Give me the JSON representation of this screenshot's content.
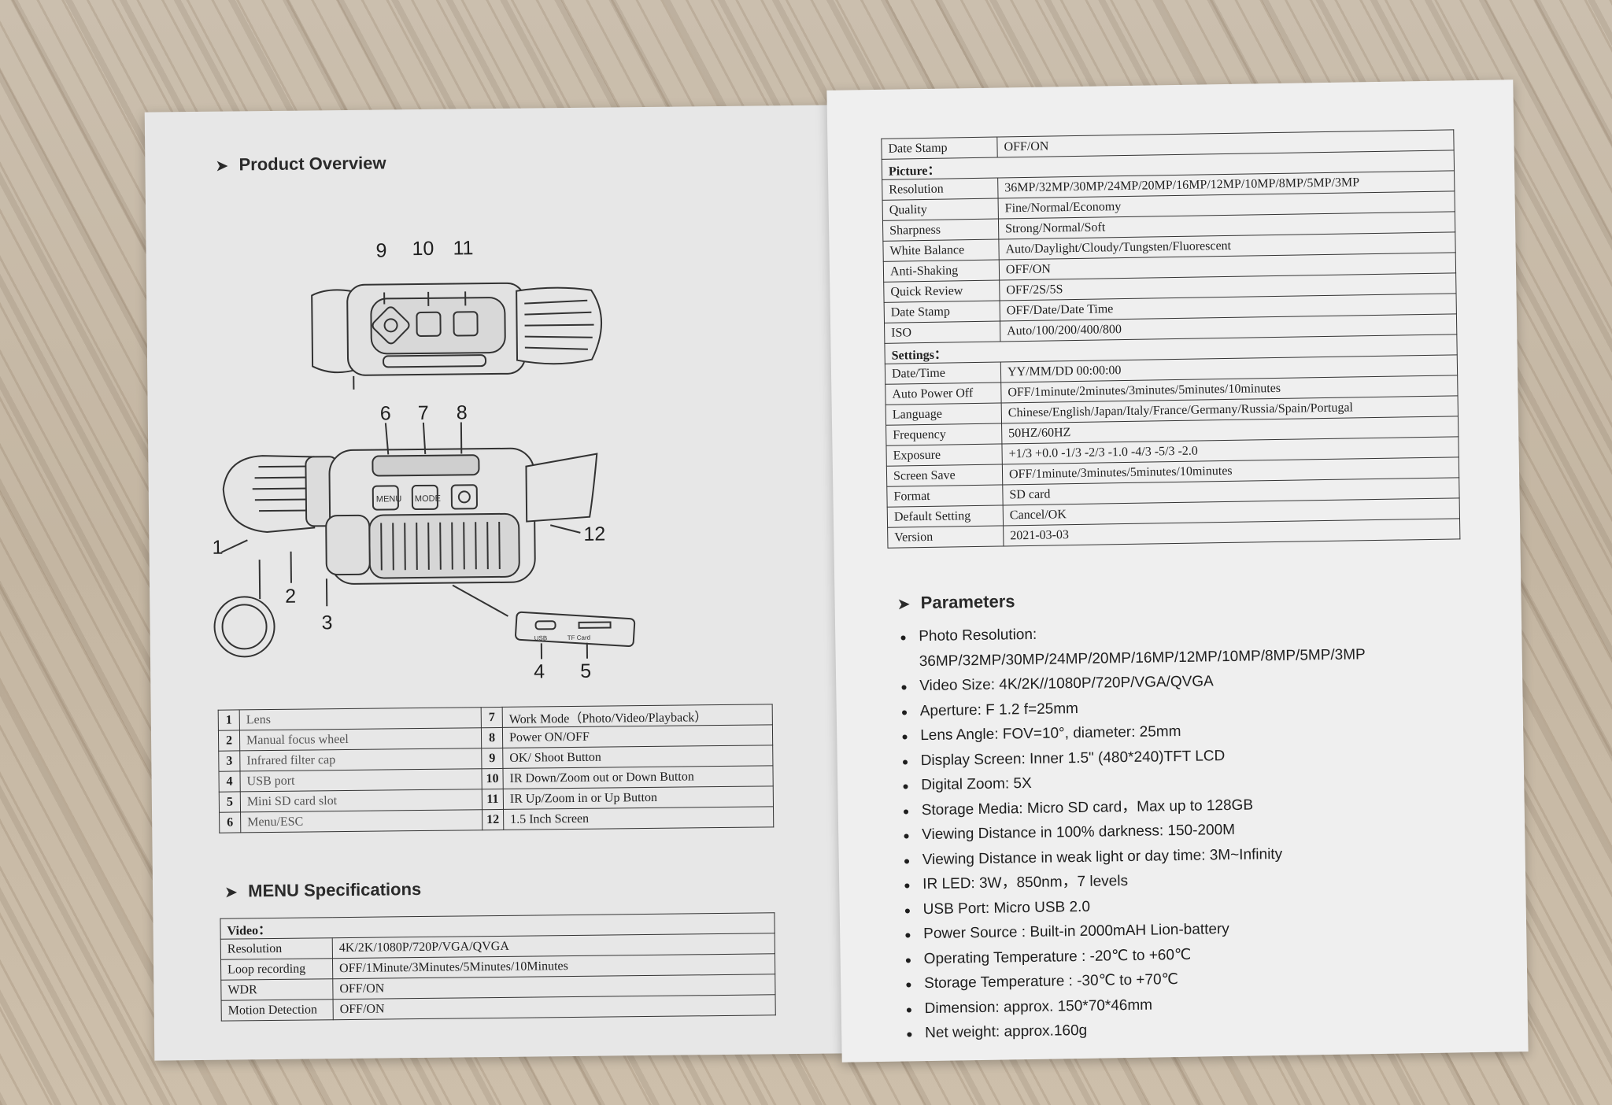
{
  "left": {
    "overview_heading": "Product Overview",
    "callouts": [
      "1",
      "2",
      "3",
      "4",
      "5",
      "6",
      "7",
      "8",
      "9",
      "10",
      "11",
      "12"
    ],
    "diagram_small_labels": {
      "menu": "MENU",
      "mode": "MODE",
      "usb": "USB",
      "tf": "TF Card"
    },
    "parts_rows": [
      {
        "n1": "1",
        "l1": "Lens",
        "n2": "7",
        "l2": "Work Mode（Photo/Video/Playback）"
      },
      {
        "n1": "2",
        "l1": "Manual focus wheel",
        "n2": "8",
        "l2": "Power ON/OFF"
      },
      {
        "n1": "3",
        "l1": "Infrared filter cap",
        "n2": "9",
        "l2": "OK/ Shoot Button"
      },
      {
        "n1": "4",
        "l1": "USB port",
        "n2": "10",
        "l2": "IR Down/Zoom out or Down Button"
      },
      {
        "n1": "5",
        "l1": "Mini SD card slot",
        "n2": "11",
        "l2": "IR Up/Zoom in or Up Button"
      },
      {
        "n1": "6",
        "l1": "Menu/ESC",
        "n2": "12",
        "l2": "1.5 Inch Screen"
      }
    ],
    "menu_heading": "MENU Specifications",
    "video_section": "Video：",
    "video_rows": [
      {
        "k": "Resolution",
        "v": "4K/2K/1080P/720P/VGA/QVGA"
      },
      {
        "k": "Loop recording",
        "v": "OFF/1Minute/3Minutes/5Minutes/10Minutes"
      },
      {
        "k": "WDR",
        "v": "OFF/ON"
      },
      {
        "k": "Motion Detection",
        "v": "OFF/ON"
      }
    ]
  },
  "right": {
    "top_row": {
      "k": "Date Stamp",
      "v": "OFF/ON"
    },
    "picture_section": "Picture：",
    "picture_rows": [
      {
        "k": "Resolution",
        "v": "36MP/32MP/30MP/24MP/20MP/16MP/12MP/10MP/8MP/5MP/3MP"
      },
      {
        "k": "Quality",
        "v": "Fine/Normal/Economy"
      },
      {
        "k": "Sharpness",
        "v": "Strong/Normal/Soft"
      },
      {
        "k": "White Balance",
        "v": "Auto/Daylight/Cloudy/Tungsten/Fluorescent"
      },
      {
        "k": "Anti-Shaking",
        "v": "OFF/ON"
      },
      {
        "k": "Quick Review",
        "v": "OFF/2S/5S"
      },
      {
        "k": "Date Stamp",
        "v": "OFF/Date/Date Time"
      },
      {
        "k": "ISO",
        "v": "Auto/100/200/400/800"
      }
    ],
    "settings_section": "Settings：",
    "settings_rows": [
      {
        "k": "Date/Time",
        "v": "YY/MM/DD 00:00:00"
      },
      {
        "k": "Auto Power Off",
        "v": "OFF/1minute/2minutes/3minutes/5minutes/10minutes"
      },
      {
        "k": "Language",
        "v": "Chinese/English/Japan/Italy/France/Germany/Russia/Spain/Portugal"
      },
      {
        "k": "Frequency",
        "v": "50HZ/60HZ"
      },
      {
        "k": "Exposure",
        "v": "+1/3 +0.0 -1/3 -2/3 -1.0 -4/3 -5/3 -2.0"
      },
      {
        "k": "Screen Save",
        "v": "OFF/1minute/3minutes/5minutes/10minutes"
      },
      {
        "k": "Format",
        "v": "SD card"
      },
      {
        "k": "Default Setting",
        "v": "Cancel/OK"
      },
      {
        "k": "Version",
        "v": "2021-03-03"
      }
    ],
    "params_heading": "Parameters",
    "params": [
      "Photo Resolution:",
      "36MP/32MP/30MP/24MP/20MP/16MP/12MP/10MP/8MP/5MP/3MP",
      "Video Size: 4K/2K//1080P/720P/VGA/QVGA",
      "Aperture: F 1.2    f=25mm",
      "Lens Angle: FOV=10°, diameter: 25mm",
      "Display Screen: Inner 1.5\"  (480*240)TFT LCD",
      "Digital Zoom: 5X",
      "Storage Media: Micro SD card，Max up to 128GB",
      "Viewing Distance in 100% darkness: 150-200M",
      "Viewing Distance in weak light or day time: 3M~Infinity",
      "IR LED: 3W，850nm，7 levels",
      "USB Port: Micro USB 2.0",
      "Power Source : Built-in 2000mAH Lion-battery",
      "Operating Temperature : -20℃  to +60℃",
      "Storage Temperature : -30℃  to +70℃",
      "Dimension: approx. 150*70*46mm",
      "Net weight: approx.160g"
    ]
  }
}
